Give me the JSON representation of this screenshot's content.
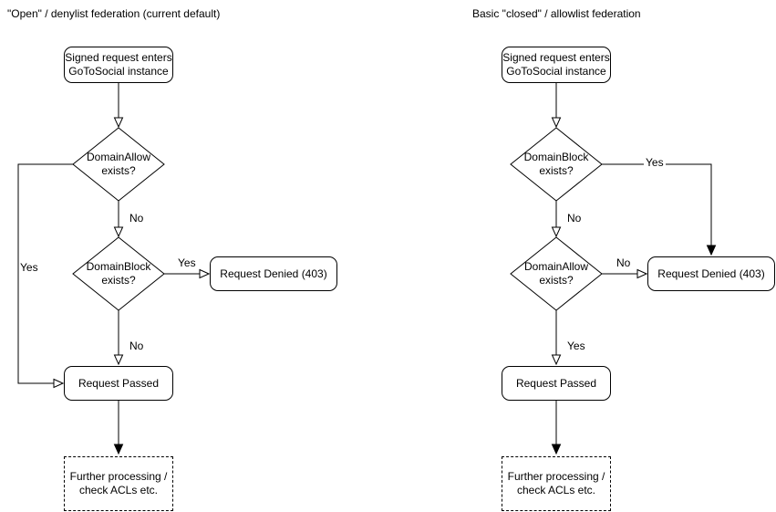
{
  "colors": {
    "stroke": "#000000",
    "background": "#ffffff",
    "text": "#000000"
  },
  "left": {
    "title": "\"Open\" / denylist federation (current default)",
    "start": {
      "line1": "Signed request enters",
      "line2": "GoToSocial instance"
    },
    "decision1": {
      "line1": "DomainAllow",
      "line2": "exists?"
    },
    "decision2": {
      "line1": "DomainBlock",
      "line2": "exists?"
    },
    "denied": "Request Denied (403)",
    "passed": "Request Passed",
    "further": {
      "line1": "Further processing /",
      "line2": "check ACLs etc."
    },
    "edge_labels": {
      "decision1_yes": "Yes",
      "decision1_no": "No",
      "decision2_yes": "Yes",
      "decision2_no": "No"
    }
  },
  "right": {
    "title": "Basic \"closed\" / allowlist federation",
    "start": {
      "line1": "Signed request enters",
      "line2": "GoToSocial instance"
    },
    "decision1": {
      "line1": "DomainBlock",
      "line2": "exists?"
    },
    "decision2": {
      "line1": "DomainAllow",
      "line2": "exists?"
    },
    "denied": "Request Denied (403)",
    "passed": "Request Passed",
    "further": {
      "line1": "Further processing /",
      "line2": "check ACLs etc."
    },
    "edge_labels": {
      "decision1_yes": "Yes",
      "decision1_no": "No",
      "decision2_no": "No",
      "decision2_yes": "Yes"
    }
  }
}
